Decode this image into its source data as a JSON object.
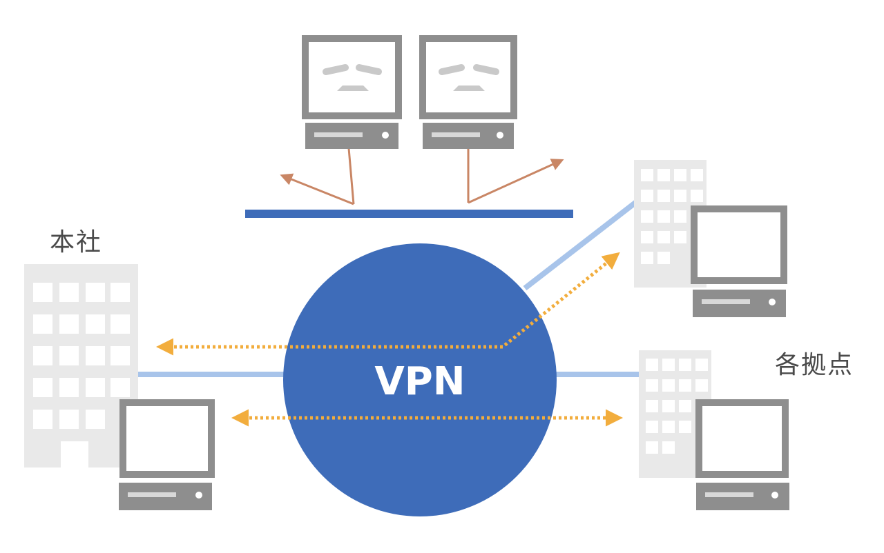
{
  "labels": {
    "headquarters": "本社",
    "branches": "各拠点",
    "vpn": "VPN"
  },
  "colors": {
    "vpn_circle": "#3e6cb9",
    "network_line": "#3e6cb9",
    "link_line": "#a8c4ea",
    "encrypted_arrow": "#f2ad3d",
    "attacker_arrow": "#b86b52",
    "building": "#e9e9e9",
    "computer": "#8e8e8e"
  },
  "icons": [
    "building-icon",
    "computer-icon",
    "unhappy-computer-icon"
  ]
}
